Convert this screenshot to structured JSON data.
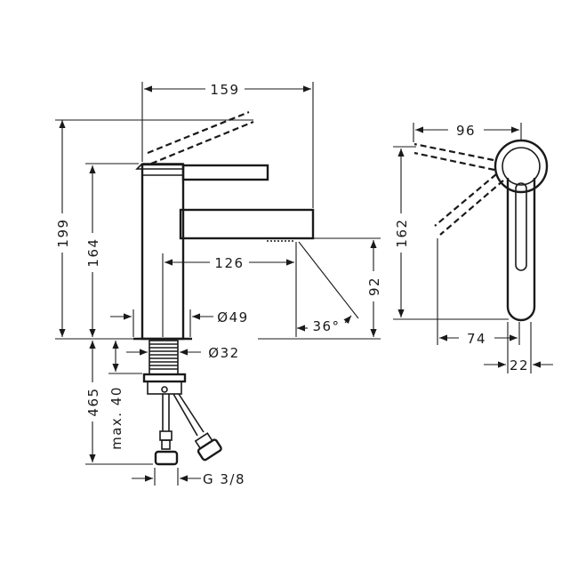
{
  "dimensions": {
    "width_159": "159",
    "width_96": "96",
    "height_199": "199",
    "height_164": "164",
    "height_162": "162",
    "reach_126": "126",
    "height_92": "92",
    "diameter_49": "Ø49",
    "diameter_32": "Ø32",
    "angle_36": "36°",
    "depth_74": "74",
    "thickness_22": "22",
    "length_465": "465",
    "max_40": "max. 40",
    "thread": "G 3/8"
  },
  "colors": {
    "line": "#1a1a1a",
    "background": "#ffffff"
  }
}
